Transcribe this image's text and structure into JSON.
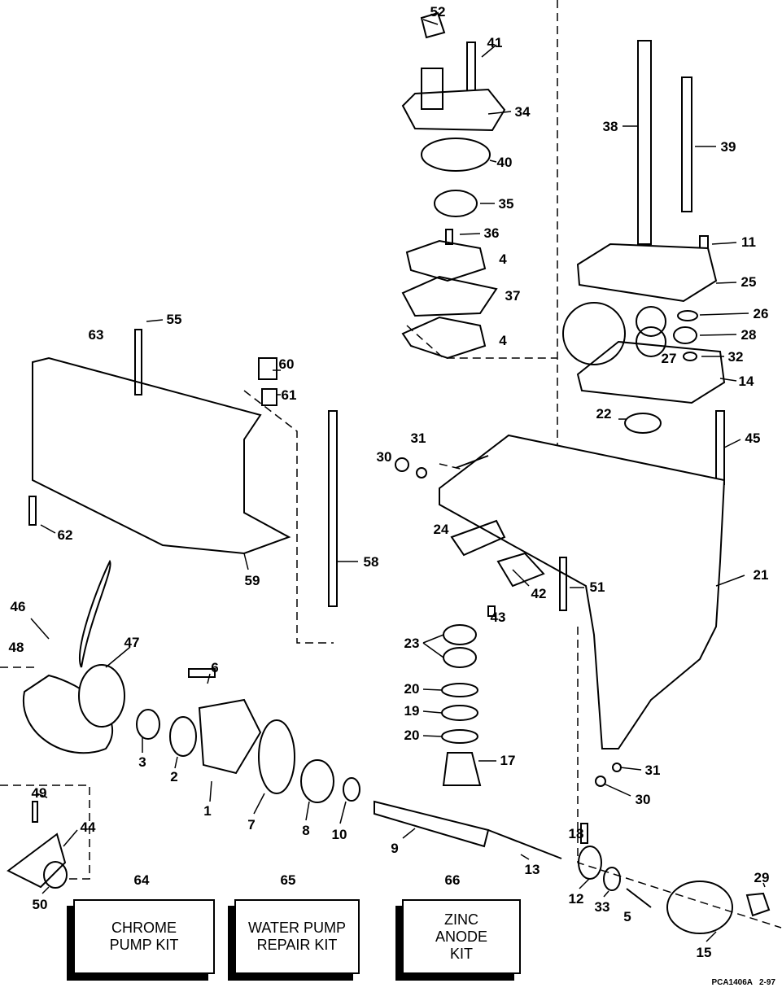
{
  "diagram": {
    "part_numbers": [
      "52",
      "41",
      "34",
      "40",
      "35",
      "36",
      "4",
      "37",
      "4",
      "38",
      "39",
      "11",
      "25",
      "26",
      "28",
      "27",
      "32",
      "14",
      "55",
      "63",
      "60",
      "61",
      "22",
      "45",
      "31",
      "30",
      "62",
      "59",
      "58",
      "24",
      "42",
      "43",
      "51",
      "21",
      "46",
      "48",
      "47",
      "6",
      "23",
      "20",
      "19",
      "20",
      "17",
      "31",
      "30",
      "3",
      "2",
      "1",
      "7",
      "8",
      "10",
      "9",
      "18",
      "13",
      "12",
      "33",
      "5",
      "29",
      "15",
      "49",
      "44",
      "50",
      "64",
      "65",
      "66"
    ],
    "kits": [
      {
        "number": "64",
        "label": "CHROME PUMP KIT"
      },
      {
        "number": "65",
        "label": "WATER PUMP REPAIR KIT"
      },
      {
        "number": "66",
        "label": "ZINC ANODE KIT"
      }
    ],
    "drawing_code": "PCA1406A   2-97"
  }
}
